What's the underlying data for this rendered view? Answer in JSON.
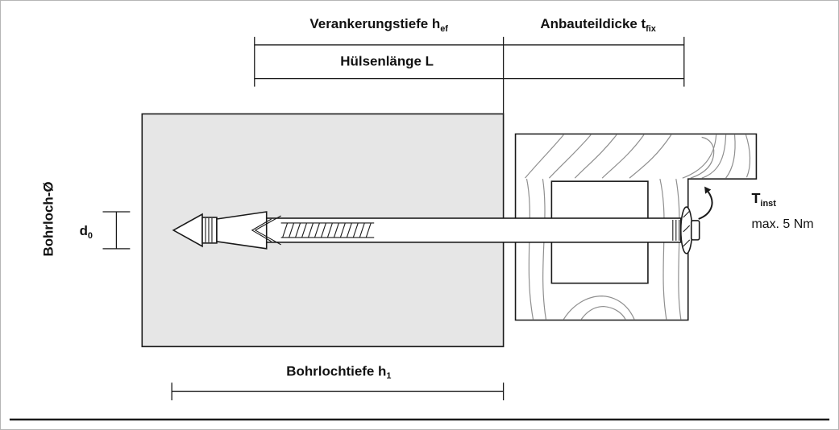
{
  "figure": {
    "type": "anchor-installation-diagram",
    "dimensions": {
      "anchoring_depth": {
        "label": "Verankerungstiefe h",
        "sub": "ef"
      },
      "attachment_thickness": {
        "label": "Anbauteildicke t",
        "sub": "fix"
      },
      "sleeve_length": {
        "label": "Hülsenlänge L"
      },
      "drill_hole_diameter_axis": {
        "label": "Bohrloch-Ø"
      },
      "drill_hole_diameter": {
        "label": "d",
        "sub": "0"
      },
      "drill_hole_depth": {
        "label": "Bohrlochtiefe h",
        "sub": "1"
      }
    },
    "torque": {
      "symbol": "T",
      "sub": "inst",
      "value": "max. 5 Nm"
    },
    "colors": {
      "base_material_fill": "#e6e6e6",
      "outline": "#1a1a1a",
      "wood_grain": "#8f8f8f",
      "background": "#ffffff"
    }
  }
}
